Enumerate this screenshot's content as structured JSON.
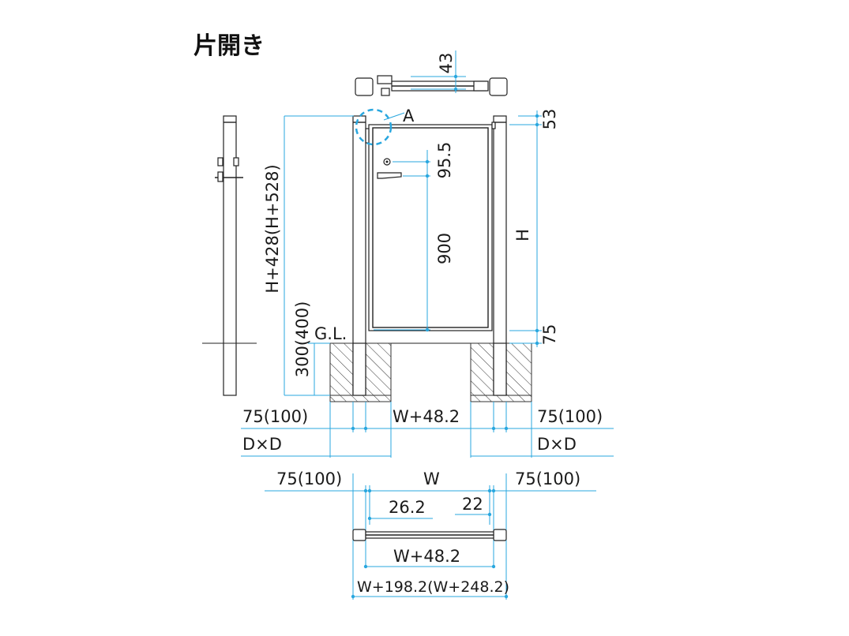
{
  "title": "片開き",
  "labels": {
    "top_depth": "43",
    "detail_ref": "A",
    "top_offset": "53",
    "handle_spacing": "95.5",
    "handle_height": "900",
    "gate_height": "H",
    "bottom_gap": "75",
    "overall_height": "H+428(H+528)",
    "embed_depth": "300(400)",
    "ground_level": "G.L.",
    "post_left": "75(100)",
    "post_right": "75(100)",
    "gate_width_front": "W+48.2",
    "foundation_left": "D×D",
    "foundation_right": "D×D",
    "plan_post_left": "75(100)",
    "plan_width": "W",
    "plan_post_right": "75(100)",
    "plan_hinge_offset": "26.2",
    "plan_latch_offset": "22",
    "plan_gate_width": "W+48.2",
    "plan_overall_width": "W+198.2(W+248.2)"
  }
}
